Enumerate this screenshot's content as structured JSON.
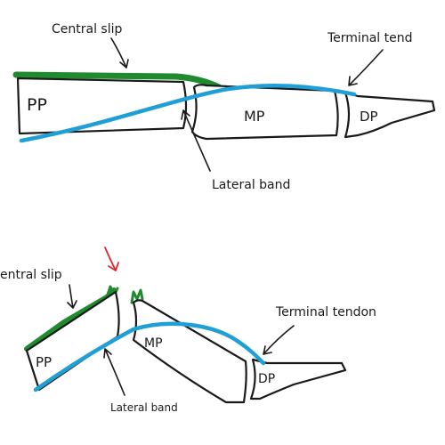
{
  "colors": {
    "extensor_central_slip": "#1f8a2e",
    "lateral_band": "#1f9fd6",
    "injury_arrow": "#e0262c",
    "outline": "#1a1a1a"
  },
  "normal": {
    "central_slip_label": "Central slip",
    "terminal_tendon_label": "Terminal tend",
    "lateral_band_label": "Lateral band",
    "bones": {
      "pp": "PP",
      "mp": "MP",
      "dp": "DP"
    }
  },
  "injured": {
    "central_slip_label": "entral slip",
    "terminal_tendon_label": "Terminal tendon",
    "lateral_band_label": "Lateral band",
    "bones": {
      "pp": "PP",
      "mp": "MP",
      "dp": "DP"
    }
  }
}
